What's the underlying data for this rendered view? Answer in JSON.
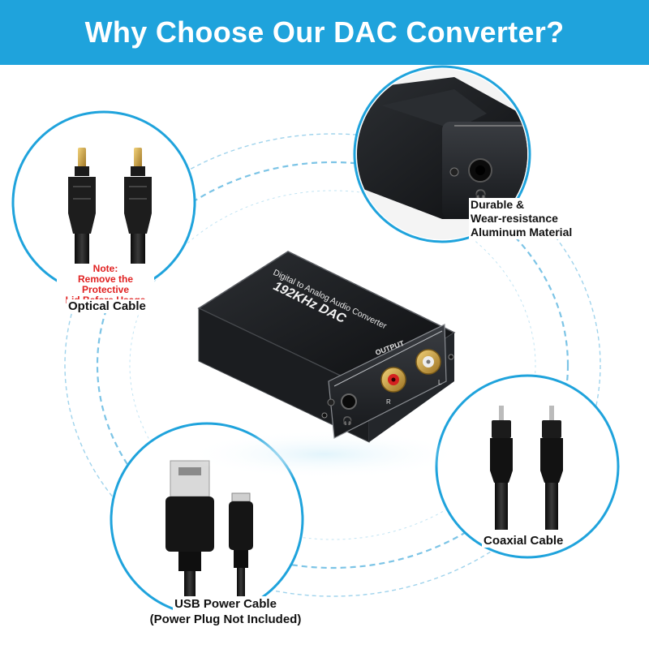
{
  "header": {
    "title": "Why Choose Our DAC Converter?",
    "background_color": "#1fa3dc"
  },
  "device": {
    "top_text_line1": "Digital to Analog Audio Converter",
    "top_text_line2": "192KHz DAC",
    "output_label": "OUTPUT",
    "right_channel_label": "R",
    "left_channel_label": "L",
    "headphone_icon": "headphone-icon"
  },
  "callouts": {
    "optical": {
      "note_title": "Note:",
      "note_line1": "Remove the Protective",
      "note_line2": "Lid Before Usage",
      "label": "Optical Cable"
    },
    "aluminum": {
      "line1": "Durable &",
      "line2": "Wear-resistance",
      "line3": "Aluminum Material"
    },
    "coaxial": {
      "label": "Coaxial Cable"
    },
    "usb": {
      "line1": "USB Power Cable",
      "line2": "(Power Plug Not Included)"
    }
  },
  "colors": {
    "accent": "#1fa3dc",
    "note_red": "#e02020",
    "rca_red": "#d42020",
    "gold": "#c9a040"
  }
}
